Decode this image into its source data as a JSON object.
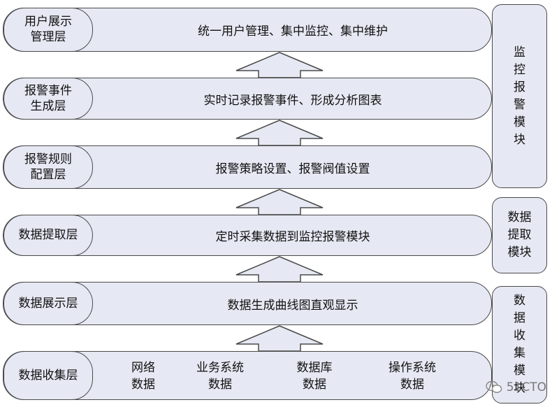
{
  "layers": [
    {
      "label": "用户展示\n管理层",
      "content": "统一用户管理、集中监控、集中维护"
    },
    {
      "label": "报警事件\n生成层",
      "content": "实时记录报警事件、形成分析图表"
    },
    {
      "label": "报警规则\n配置层",
      "content": "报警策略设置、报警阀值设置"
    },
    {
      "label": "数据提取层",
      "content": "定时采集数据到监控报警模块"
    },
    {
      "label": "数据展示层",
      "content": "数据生成曲线图直观显示"
    },
    {
      "label": "数据收集层",
      "sources": [
        "网络\n数据",
        "业务系统\n数据",
        "数据库\n数据",
        "操作系统\n数据"
      ]
    }
  ],
  "modules": {
    "monitor_alarm": "监\n控\n报\n警\n模\n块",
    "data_extract": "数据\n提取\n模块",
    "data_collect": "数\n据\n收\n集\n模\n块"
  },
  "watermark": "51CTO",
  "colors": {
    "fill": "#e6e9f3",
    "stroke": "#4a4a4a"
  }
}
